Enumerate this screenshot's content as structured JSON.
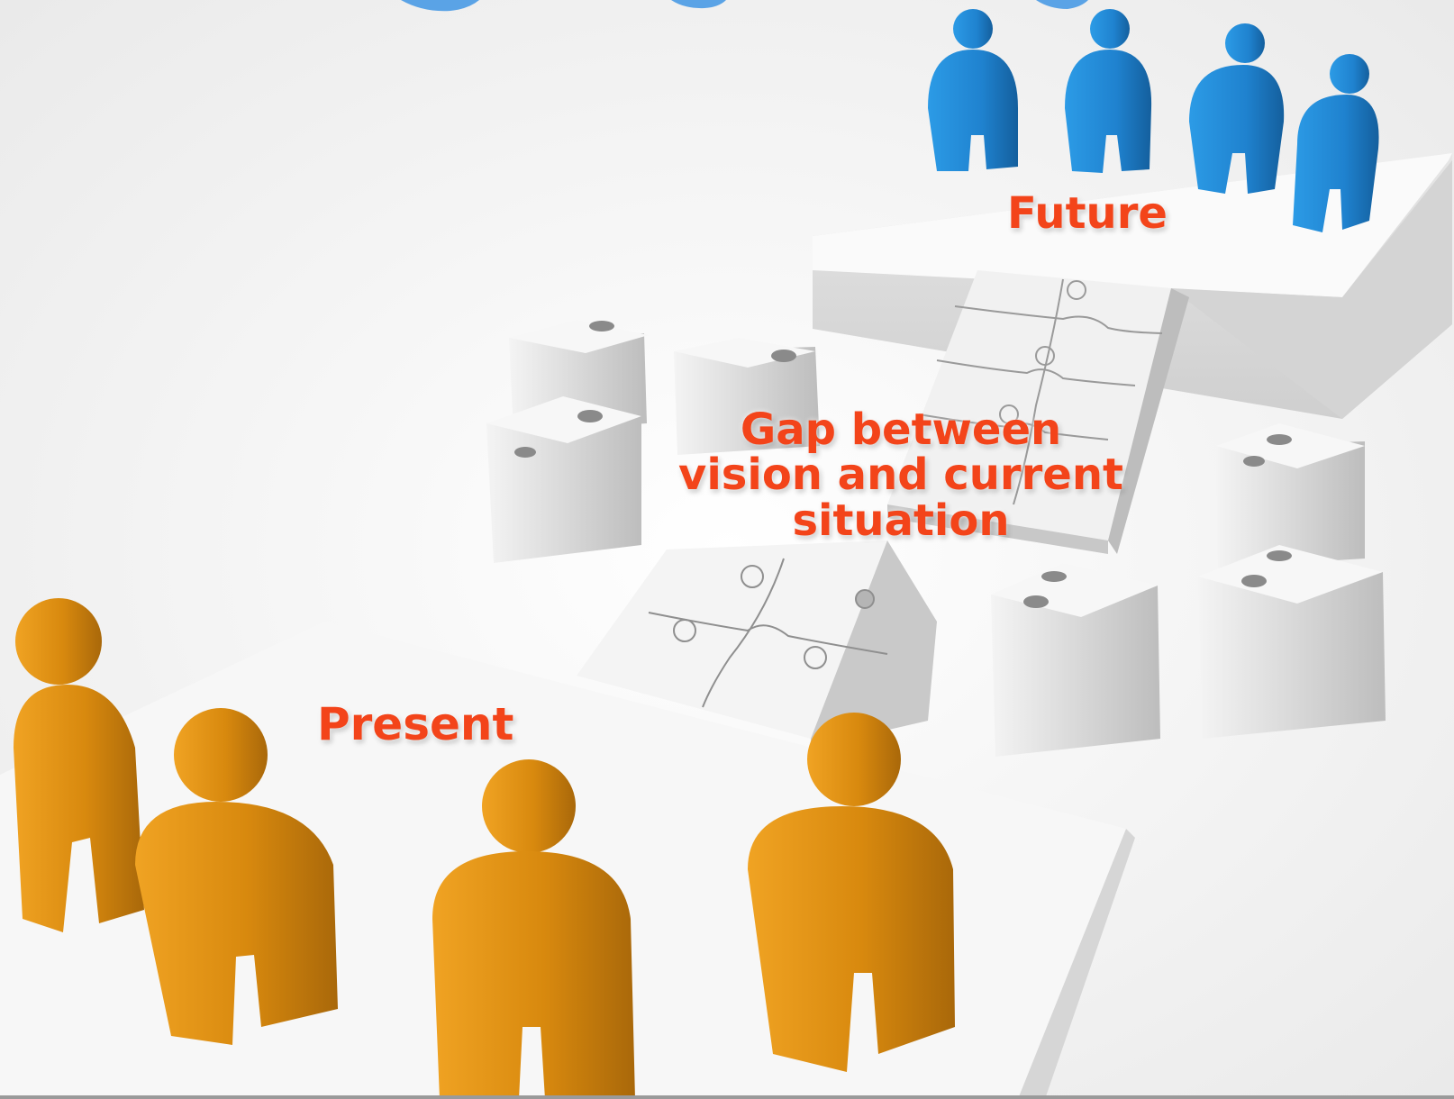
{
  "labels": {
    "future": "Future",
    "present": "Present",
    "gap": [
      "Gap between",
      "vision and current",
      "situation"
    ]
  },
  "colors": {
    "label": "#f3441a",
    "present_people": "#d8890e",
    "future_people": "#1f82cf",
    "platform": "#ffffff",
    "puzzle": "#e2e2e2"
  }
}
